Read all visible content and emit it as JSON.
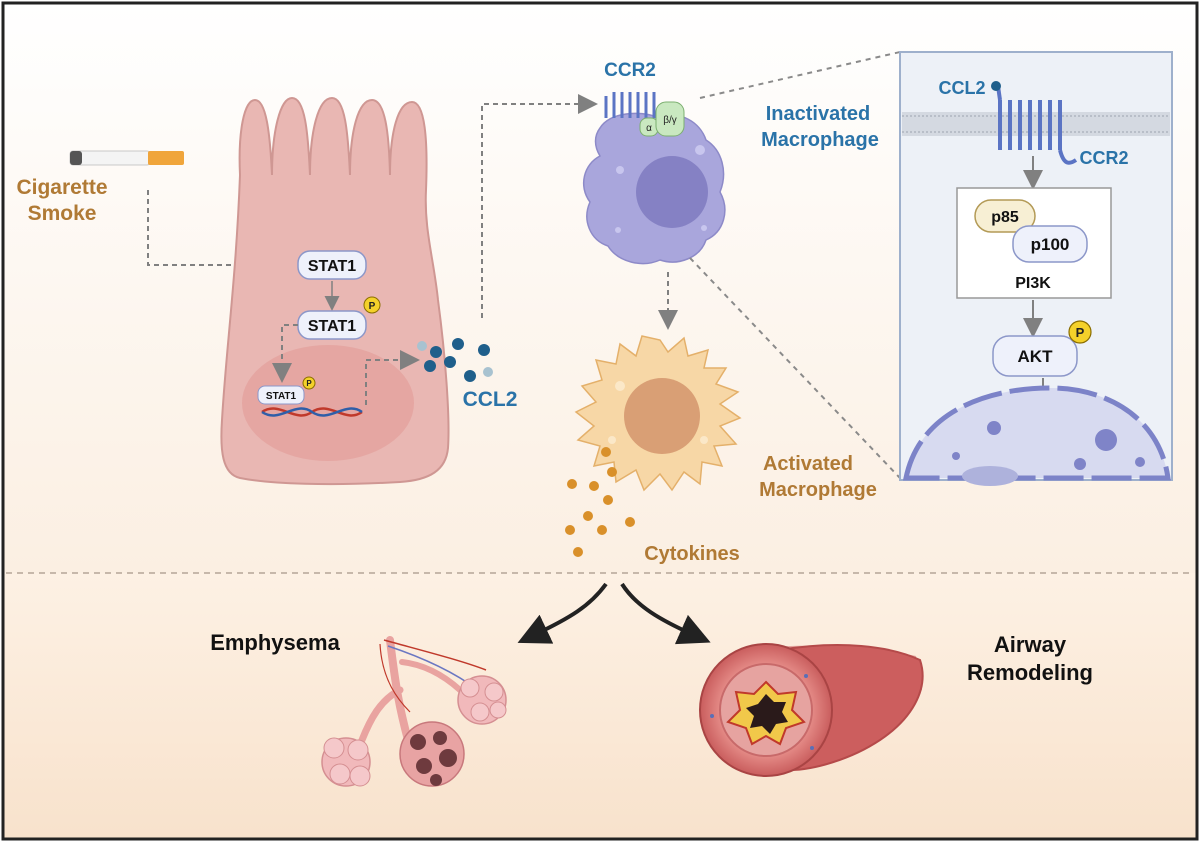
{
  "labels": {
    "cigarette_smoke_line1": "Cigarette",
    "cigarette_smoke_line2": "Smoke",
    "stat1": "STAT1",
    "stat1_phospho": "STAT1",
    "stat1_dna": "STAT1",
    "phospho": "P",
    "ccl2_secreted": "CCL2",
    "ccr2_receptor": "CCR2",
    "g_alpha": "α",
    "g_beta_gamma": "β/γ",
    "inactivated_macrophage_line1": "Inactivated",
    "inactivated_macrophage_line2": "Macrophage",
    "inset_ccl2": "CCL2",
    "inset_ccr2": "CCR2",
    "p85": "p85",
    "p100": "p100",
    "pi3k": "PI3K",
    "akt": "AKT",
    "akt_phospho": "P",
    "activated_macrophage_line1": "Activated",
    "activated_macrophage_line2": "Macrophage",
    "cytokines": "Cytokines",
    "emphysema": "Emphysema",
    "airway_remodeling_line1": "Airway",
    "airway_remodeling_line2": "Remodeling"
  },
  "colors": {
    "blue_label": "#2a73a8",
    "brown_label": "#b07a35",
    "black_label": "#111111",
    "cell_fill": "#e9b7b3",
    "macrophage_inactive": "#a9a6dc",
    "macrophage_active": "#f7d7a6",
    "receptor": "#5b74c4",
    "phospho_fill": "#f4d12a",
    "cytokine": "#d9902a"
  }
}
